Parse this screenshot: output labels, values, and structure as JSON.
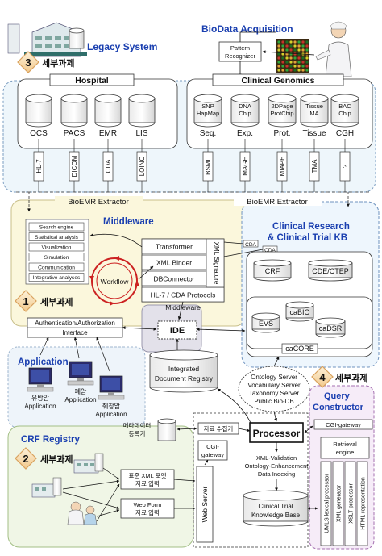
{
  "titles": {
    "legacy_system": "Legacy System",
    "biodata_acquisition": "BioData Acquisition",
    "middleware": "Middleware",
    "clinical_research": "Clinical Research",
    "clinical_trial_kb": "& Clinical Trial KB",
    "application": "Application",
    "crf_registry": "CRF Registry",
    "query": "Query",
    "constructor": "Constructor"
  },
  "badges": [
    {
      "num": "3",
      "label": "세부과제"
    },
    {
      "num": "1",
      "label": "세부과제"
    },
    {
      "num": "2",
      "label": "세부과제"
    },
    {
      "num": "4",
      "label": "세부과제"
    }
  ],
  "pattern_recognizer": [
    "Pattern",
    "Recognizer"
  ],
  "hospital": {
    "title": "Hospital",
    "systems": [
      "OCS",
      "PACS",
      "EMR",
      "LIS"
    ],
    "standards": [
      "HL-7",
      "DICOM",
      "CDA",
      "LOINC"
    ]
  },
  "clinical_genomics": {
    "title": "Clinical Genomics",
    "chips": [
      {
        "top": "SNP",
        "bottom": "HapMap",
        "caption": "Seq."
      },
      {
        "top": "DNA",
        "bottom": "Chip",
        "caption": "Exp."
      },
      {
        "top": "2DPage",
        "bottom": "ProtChip",
        "caption": "Prot."
      },
      {
        "top": "Tissue",
        "bottom": "MA",
        "caption": "Tissue"
      },
      {
        "top": "BAC",
        "bottom": "Chip",
        "caption": "CGH"
      }
    ],
    "standards": [
      "BSML",
      "MAGE",
      "MIAPE",
      "TMA",
      "?"
    ]
  },
  "extractors": [
    "BioEMR Extractor",
    "BioEMR Extractor"
  ],
  "middleware_tools": [
    "Search engine",
    "Statistical analysis",
    "Visualization",
    "Simulation",
    "Communication",
    "Integrative analyses"
  ],
  "workflow": "Workflow",
  "middleware_stack": [
    "Transformer",
    "XML Binder",
    "DBConnector",
    "HL-7 / CDA Protocols"
  ],
  "xml_signature": "XML Signature",
  "middleware_caption": "Middleware",
  "cda_tags": [
    "CDA",
    "CDA"
  ],
  "kb_databases": [
    "CRF",
    "CDE/CTEP",
    "EVS",
    "caBIO",
    "caDSR"
  ],
  "cacore": "caCORE",
  "auth": [
    "Authentication/Authorization",
    "Interface"
  ],
  "ide": "IDE",
  "integrated_registry": [
    "Integrated",
    "Document Registry"
  ],
  "servers": [
    "Ontology Server",
    "Vocabulary Server",
    "Taxonomy Server",
    "Public Bio-DB"
  ],
  "apps": [
    {
      "line1": "유방암",
      "line2": "Application"
    },
    {
      "line1": "폐암",
      "line2": "Application"
    },
    {
      "line1": "췌장암",
      "line2": "Application"
    }
  ],
  "metadata_registry": [
    "메타데이터",
    "등록기"
  ],
  "collector": "자료 수집기",
  "cgi_gateway": [
    "CGI-",
    "gateway"
  ],
  "processor": "Processor",
  "processor_steps": [
    "XML-Validation",
    "Ontology-Enhancement",
    "Data Indexing"
  ],
  "web_server": "Web Server",
  "inputs": [
    {
      "line1": "표준 XML 포맷",
      "line2": "자료 입력"
    },
    {
      "line1": "Web Form",
      "line2": "자료 입력"
    }
  ],
  "clinical_trial_kb_db": [
    "Clinical Trial",
    "Knowledge Base"
  ],
  "query_panel": {
    "gateway": "CGI-gateway",
    "engine": [
      "Retrieval",
      "engine"
    ],
    "processors": [
      "UMLS lexical processor",
      "XML generator",
      "XSLT processor",
      "HTML representation"
    ]
  },
  "colors": {
    "title_blue": "#1a3fb0",
    "middleware_bg": "#fbf7dc",
    "kb_bg": "#eef6fd",
    "query_bg": "#f6ecf8",
    "crf_bg": "#f0f6e6",
    "badge_ring": "#d9a25e",
    "workflow_red": "#cc2222"
  }
}
